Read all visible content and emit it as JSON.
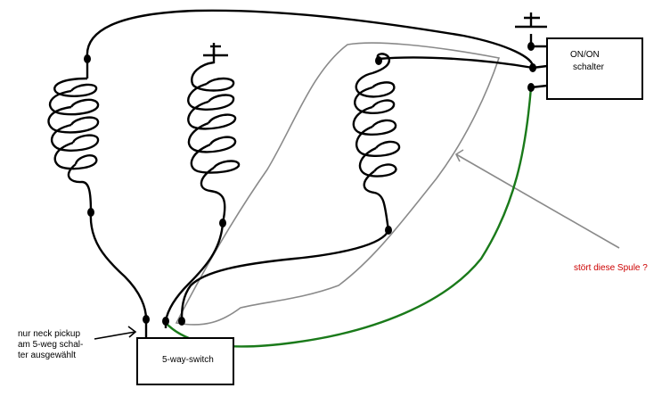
{
  "labels": {
    "onon_title": "ON/ON",
    "onon_sub": "schalter",
    "fiveway": "5-way-switch",
    "note": "nur neck pickup\nam 5-weg schal-\nter ausgewählt",
    "question": "stört diese Spule ?"
  },
  "colors": {
    "wire": "#000000",
    "green_wire": "#1a7a1a",
    "highlight": "#8a8a8a",
    "question_text": "#cc0000"
  },
  "icons": [
    "coil-icon",
    "ground-symbol-icon",
    "arrow-icon",
    "solder-point-icon"
  ]
}
